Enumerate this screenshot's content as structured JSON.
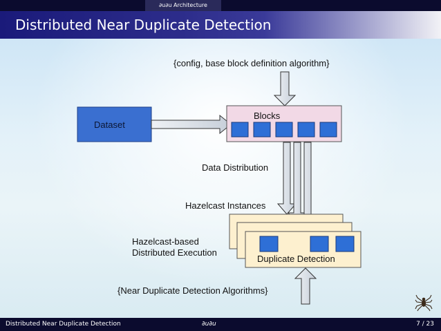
{
  "header": {
    "section_tab": "∂u∂u Architecture",
    "title": "Distributed Near Duplicate Detection"
  },
  "diagram": {
    "config_label": "{config, base block definition algorithm}",
    "dataset_label": "Dataset",
    "blocks_label": "Blocks",
    "data_distribution_label": "Data Distribution",
    "hazelcast_instances_label": "Hazelcast Instances",
    "hazelcast_exec_line1": "Hazelcast-based",
    "hazelcast_exec_line2": "Distributed Execution",
    "duplicate_detection_label": "Duplicate Detection",
    "algorithms_label": "{Near Duplicate Detection Algorithms}"
  },
  "footer": {
    "left": "Distributed Near Duplicate Detection",
    "center": "∂u∂u",
    "page": "7 / 23"
  },
  "colors": {
    "bar_dark": "#0b0b2e",
    "dataset_blue": "#3a6fd0",
    "block_square": "#2e6fd6",
    "blocks_pink": "#f2d9e6",
    "instance_cream": "#fdf0cf",
    "arrow_fill": "#d7dde6"
  }
}
